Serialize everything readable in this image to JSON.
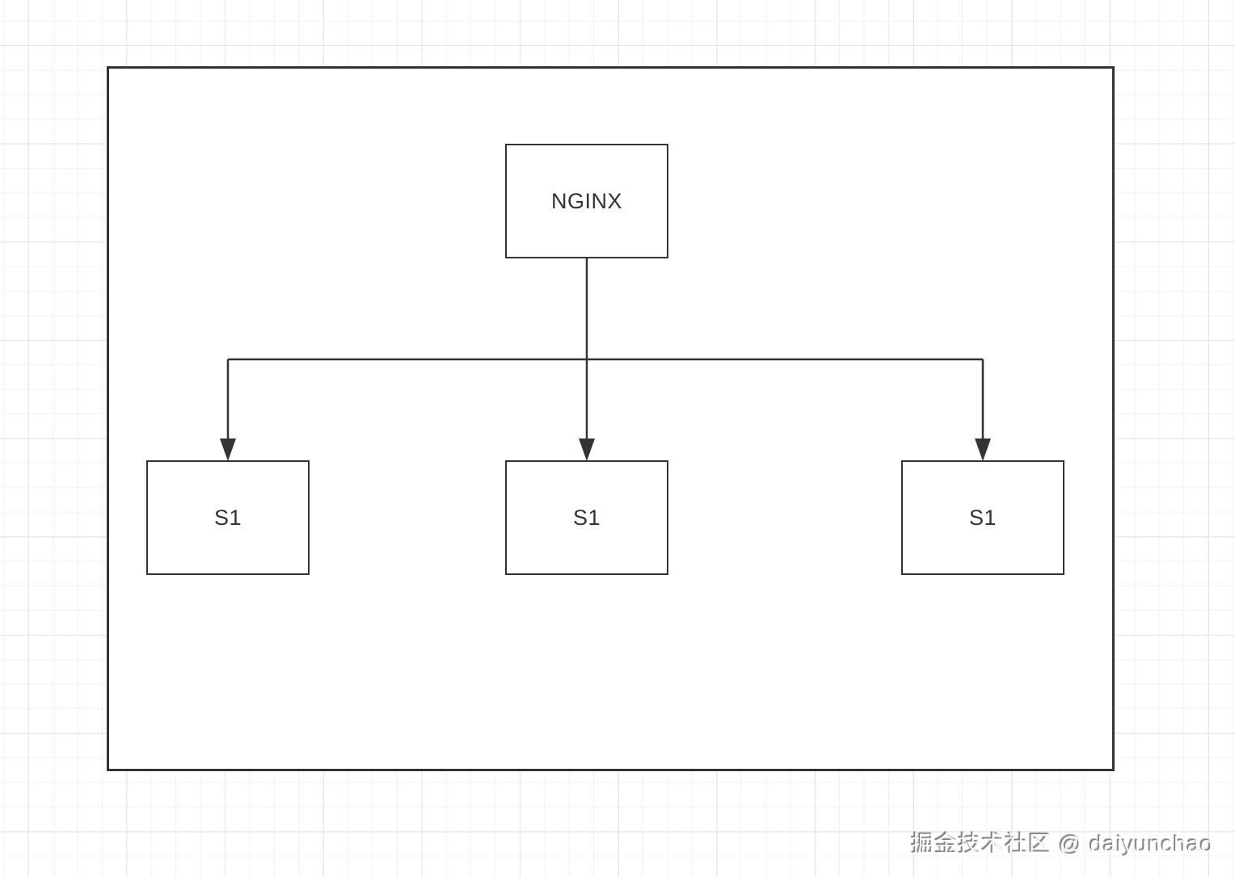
{
  "diagram": {
    "nodes": [
      {
        "id": "nginx",
        "label": "NGINX"
      },
      {
        "id": "s1-left",
        "label": "S1"
      },
      {
        "id": "s1-middle",
        "label": "S1"
      },
      {
        "id": "s1-right",
        "label": "S1"
      }
    ],
    "edges": [
      {
        "from": "nginx",
        "to": "s1-left",
        "arrow": "down"
      },
      {
        "from": "nginx",
        "to": "s1-middle",
        "arrow": "down"
      },
      {
        "from": "nginx",
        "to": "s1-right",
        "arrow": "down"
      }
    ]
  },
  "watermark": {
    "text": "掘金技术社区 @ daiyunchao"
  },
  "colors": {
    "stroke": "#333333",
    "node_text": "#333333",
    "canvas_bg": "#ffffff",
    "grid_minor": "#f2f2f2",
    "grid_major": "#e4e4e4"
  }
}
